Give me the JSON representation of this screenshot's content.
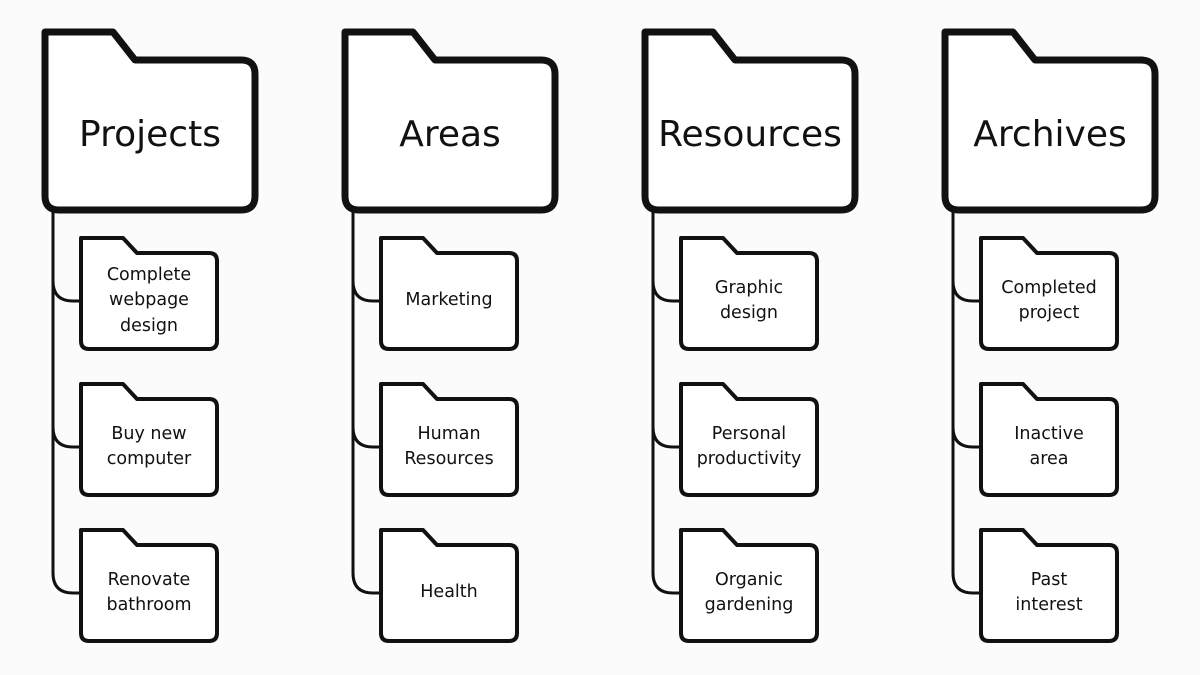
{
  "colors": {
    "background": "#fbfbfb",
    "stroke": "#111111",
    "fill": "#ffffff"
  },
  "icons": {
    "folder": "folder-icon"
  },
  "categories": [
    {
      "id": "projects",
      "title": "Projects",
      "items": [
        {
          "id": "complete-webpage-design",
          "label": "Complete\nwebpage\ndesign"
        },
        {
          "id": "buy-new-computer",
          "label": "Buy new\ncomputer"
        },
        {
          "id": "renovate-bathroom",
          "label": "Renovate\nbathroom"
        }
      ]
    },
    {
      "id": "areas",
      "title": "Areas",
      "items": [
        {
          "id": "marketing",
          "label": "Marketing"
        },
        {
          "id": "human-resources",
          "label": "Human\nResources"
        },
        {
          "id": "health",
          "label": "Health"
        }
      ]
    },
    {
      "id": "resources",
      "title": "Resources",
      "items": [
        {
          "id": "graphic-design",
          "label": "Graphic\ndesign"
        },
        {
          "id": "personal-productivity",
          "label": "Personal\nproductivity"
        },
        {
          "id": "organic-gardening",
          "label": "Organic\ngardening"
        }
      ]
    },
    {
      "id": "archives",
      "title": "Archives",
      "items": [
        {
          "id": "completed-project",
          "label": "Completed\nproject"
        },
        {
          "id": "inactive-area",
          "label": "Inactive\narea"
        },
        {
          "id": "past-interest",
          "label": "Past\ninterest"
        }
      ]
    }
  ]
}
